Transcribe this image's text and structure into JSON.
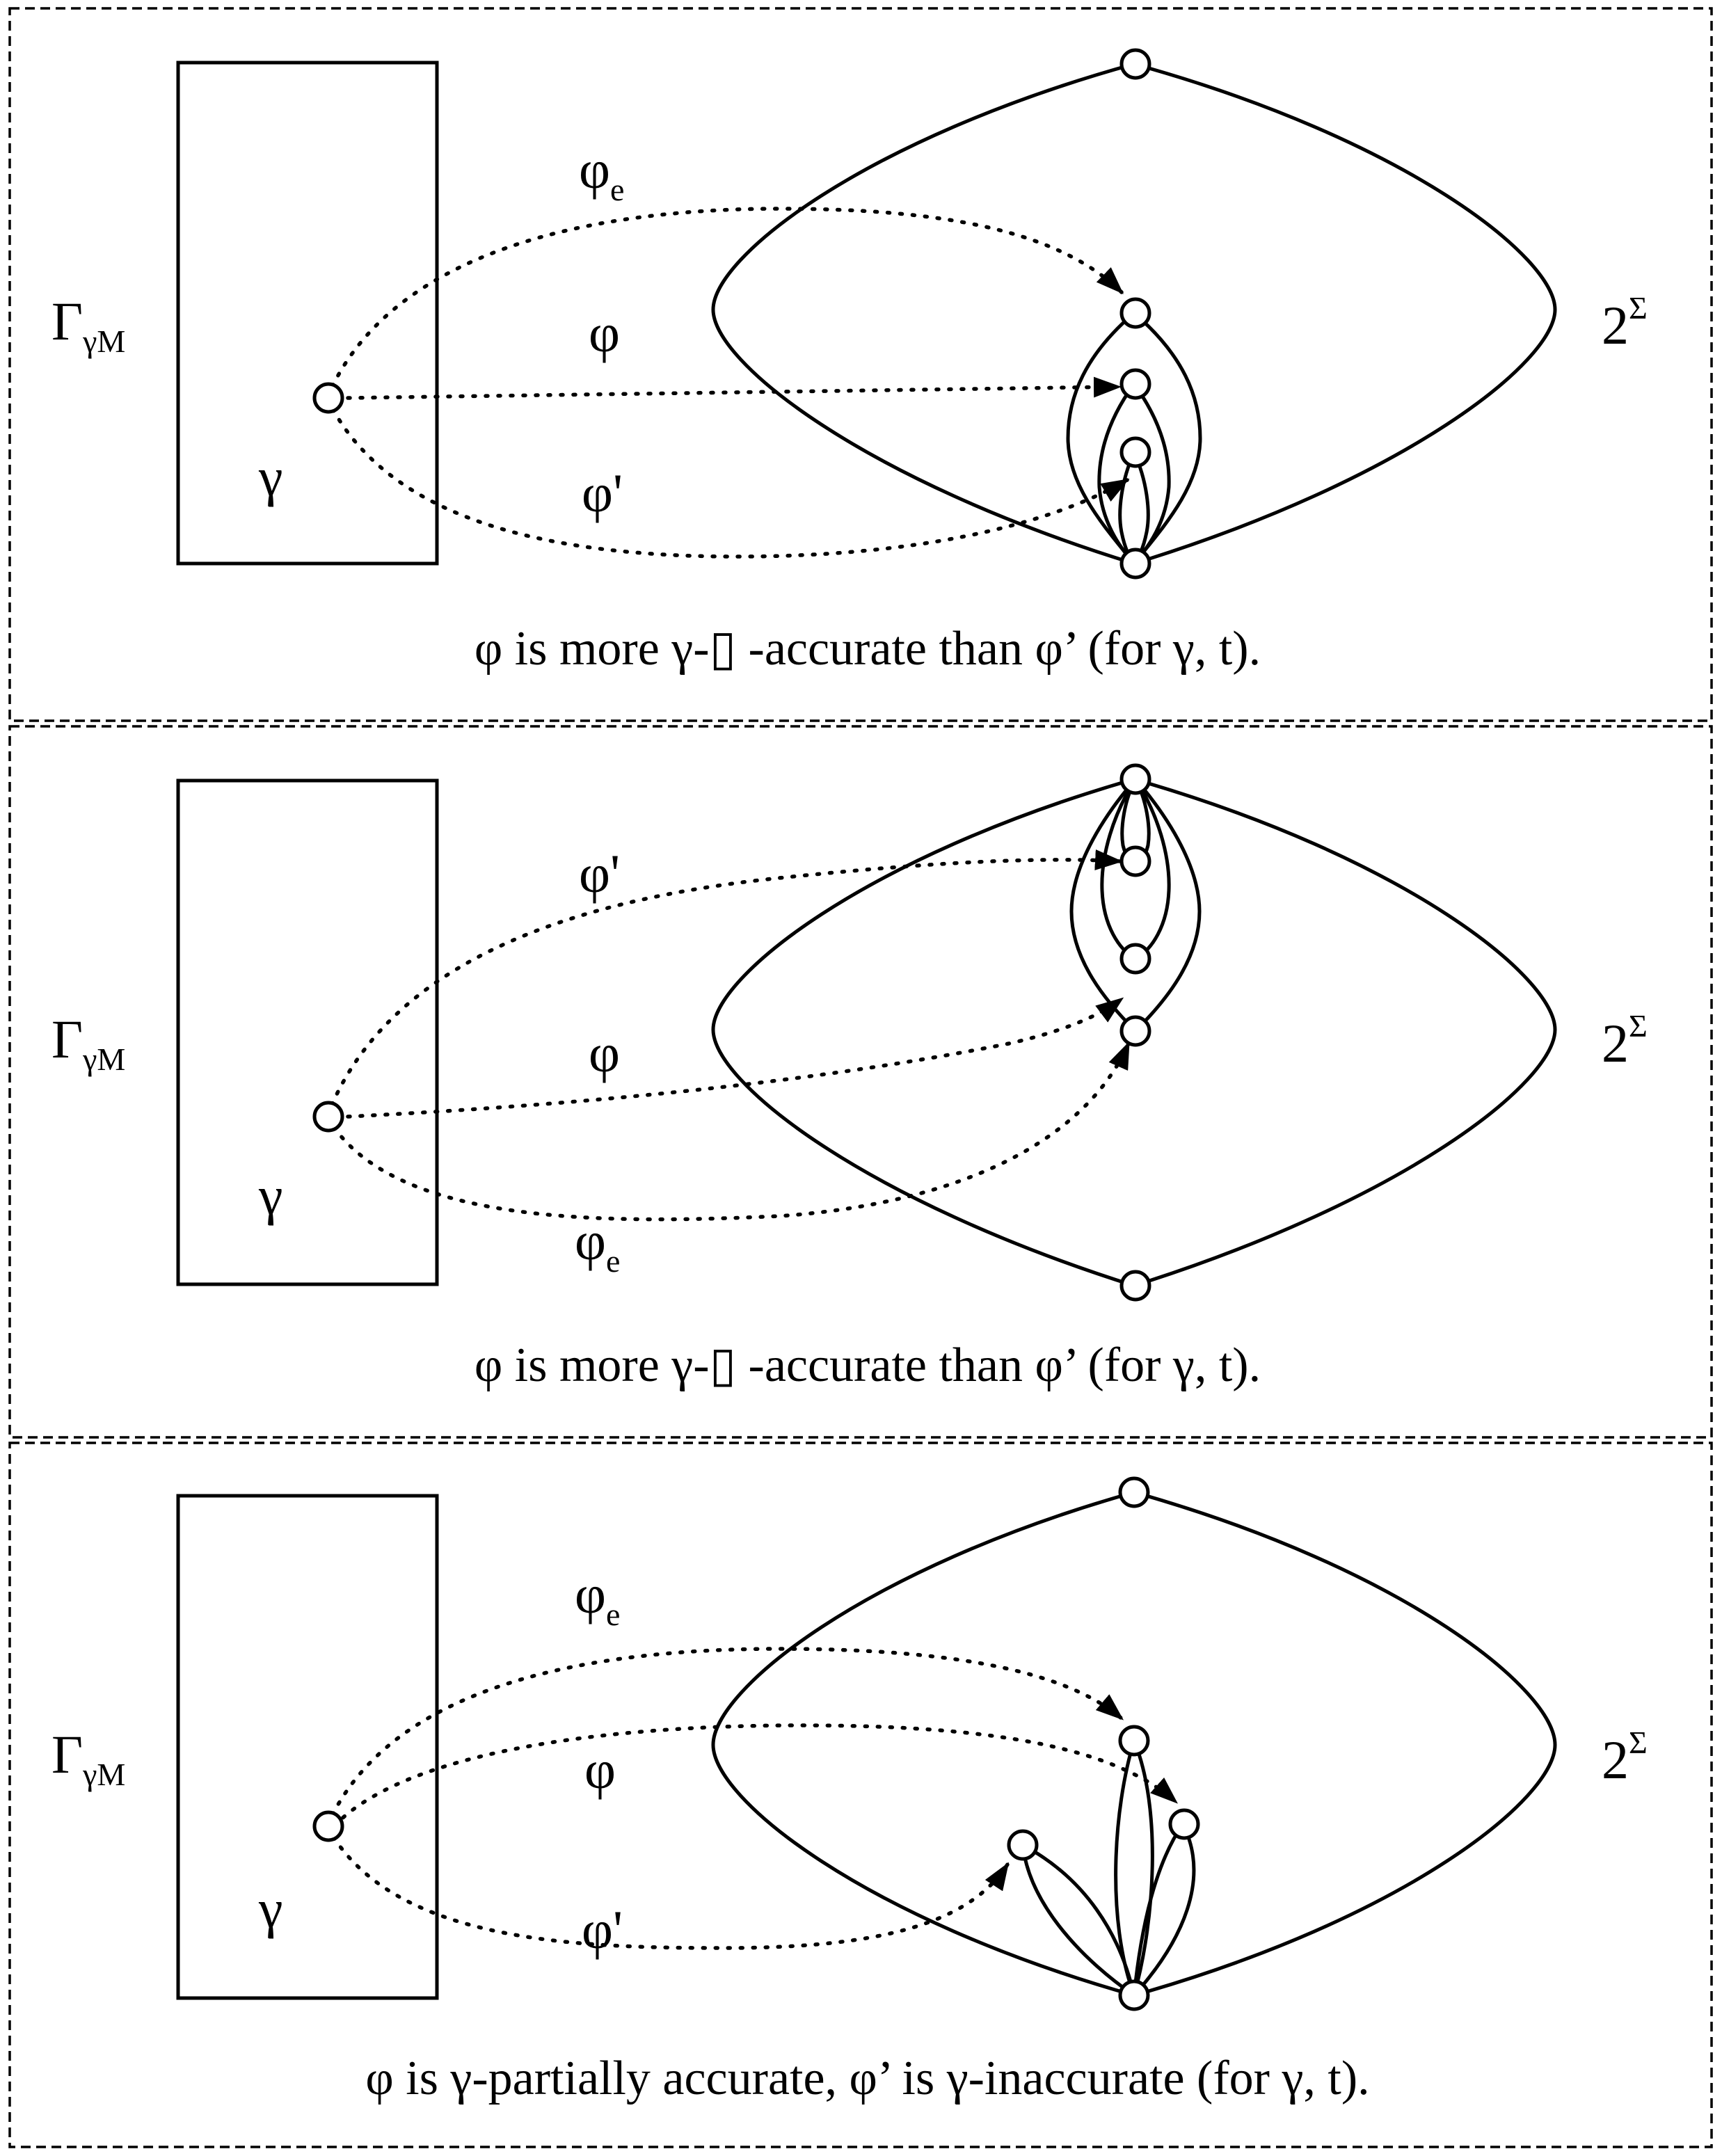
{
  "panels": [
    {
      "set_label_main": "Γ",
      "set_label_sub": "γM",
      "point_label": "γ",
      "space_label_main": "2",
      "space_label_sup": "Σ",
      "arrow_labels": [
        {
          "main": "φ",
          "sub": "e"
        },
        {
          "main": "φ",
          "sub": ""
        },
        {
          "main": "φ'",
          "sub": ""
        }
      ],
      "caption": "φ is more γ-▯ -accurate than φ’ (for γ, t)."
    },
    {
      "set_label_main": "Γ",
      "set_label_sub": "γM",
      "point_label": "γ",
      "space_label_main": "2",
      "space_label_sup": "Σ",
      "arrow_labels": [
        {
          "main": "φ'",
          "sub": ""
        },
        {
          "main": "φ",
          "sub": ""
        },
        {
          "main": "φ",
          "sub": "e"
        }
      ],
      "caption": "φ is more γ-▯ -accurate than φ’ (for γ, t)."
    },
    {
      "set_label_main": "Γ",
      "set_label_sub": "γM",
      "point_label": "γ",
      "space_label_main": "2",
      "space_label_sup": "Σ",
      "arrow_labels": [
        {
          "main": "φ",
          "sub": "e"
        },
        {
          "main": "φ",
          "sub": ""
        },
        {
          "main": "φ'",
          "sub": ""
        }
      ],
      "caption": "φ is γ-partially accurate, φ’ is γ-inaccurate (for γ, t)."
    }
  ]
}
